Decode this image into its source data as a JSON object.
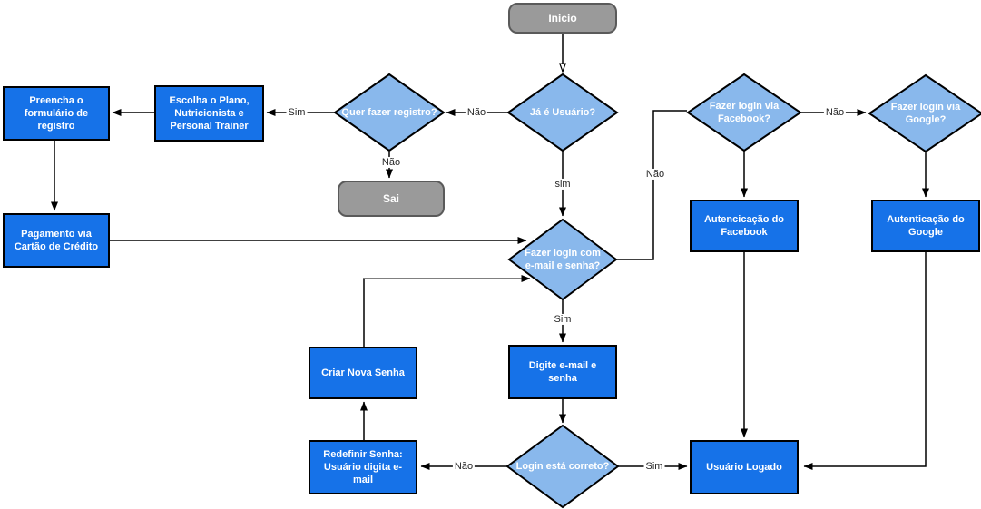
{
  "diagram": {
    "type": "flowchart",
    "language": "pt-BR",
    "colors": {
      "process_fill": "#1672E8",
      "process_border": "#000000",
      "process_text": "#FFFFFF",
      "decision_fill": "#89B8EC",
      "decision_border": "#000000",
      "decision_text": "#FFFFFF",
      "terminator_fill": "#9A9A9A",
      "terminator_border": "#5A5A5A",
      "terminator_text": "#FFFFFF",
      "edge": "#000000",
      "edge_alt_gray": "#808080",
      "edge_label_text": "#262626",
      "background": "#FFFFFF"
    },
    "nodes": {
      "inicio": {
        "shape": "terminator",
        "label": "Inicio"
      },
      "ja_e_usuario": {
        "shape": "decision",
        "label": "Já é Usuário?"
      },
      "quer_fazer_registro": {
        "shape": "decision",
        "label": "Quer fazer registro?"
      },
      "escolha_plano": {
        "shape": "process",
        "label": "Escolha o Plano, Nutricionista e Personal Trainer"
      },
      "preencha_formulario": {
        "shape": "process",
        "label": "Preencha o formulário de registro"
      },
      "sai": {
        "shape": "terminator",
        "label": "Sai"
      },
      "pagamento": {
        "shape": "process",
        "label": "Pagamento via Cartão de Crédito"
      },
      "fazer_login_email": {
        "shape": "decision",
        "label": "Fazer login com e-mail e senha?"
      },
      "login_facebook": {
        "shape": "decision",
        "label": "Fazer login via Facebook?"
      },
      "login_google": {
        "shape": "decision",
        "label": "Fazer login via Google?"
      },
      "auth_facebook": {
        "shape": "process",
        "label": "Autencicação do Facebook"
      },
      "auth_google": {
        "shape": "process",
        "label": "Autenticação do Google"
      },
      "digite_email_senha": {
        "shape": "process",
        "label": "Digite e-mail e senha"
      },
      "criar_nova_senha": {
        "shape": "process",
        "label": "Criar Nova Senha"
      },
      "login_correto": {
        "shape": "decision",
        "label": "Login está correto?"
      },
      "redefinir_senha": {
        "shape": "process",
        "label": "Redefinir Senha: Usuário digita e-mail"
      },
      "usuario_logado": {
        "shape": "process",
        "label": "Usuário Logado"
      }
    },
    "edges": [
      {
        "from": "inicio",
        "to": "ja_e_usuario",
        "label": "",
        "arrow": "open"
      },
      {
        "from": "ja_e_usuario",
        "to": "quer_fazer_registro",
        "label": "Não",
        "arrow": "solid"
      },
      {
        "from": "quer_fazer_registro",
        "to": "escolha_plano",
        "label": "Sim",
        "arrow": "solid"
      },
      {
        "from": "quer_fazer_registro",
        "to": "sai",
        "label": "Não",
        "arrow": "solid"
      },
      {
        "from": "escolha_plano",
        "to": "preencha_formulario",
        "label": "",
        "arrow": "solid"
      },
      {
        "from": "preencha_formulario",
        "to": "pagamento",
        "label": "",
        "arrow": "solid"
      },
      {
        "from": "pagamento",
        "to": "fazer_login_email",
        "label": "",
        "arrow": "solid"
      },
      {
        "from": "ja_e_usuario",
        "to": "fazer_login_email",
        "label": "sim",
        "arrow": "solid"
      },
      {
        "from": "fazer_login_email",
        "to": "login_facebook",
        "label": "Não",
        "arrow": "none"
      },
      {
        "from": "login_facebook",
        "to": "login_google",
        "label": "Não",
        "arrow": "solid"
      },
      {
        "from": "login_facebook",
        "to": "auth_facebook",
        "label": "",
        "arrow": "solid"
      },
      {
        "from": "login_google",
        "to": "auth_google",
        "label": "",
        "arrow": "solid"
      },
      {
        "from": "auth_facebook",
        "to": "usuario_logado",
        "label": "",
        "arrow": "solid"
      },
      {
        "from": "auth_google",
        "to": "usuario_logado",
        "label": "",
        "arrow": "solid"
      },
      {
        "from": "fazer_login_email",
        "to": "digite_email_senha",
        "label": "Sim",
        "arrow": "solid"
      },
      {
        "from": "digite_email_senha",
        "to": "login_correto",
        "label": "",
        "arrow": "solid"
      },
      {
        "from": "login_correto",
        "to": "usuario_logado",
        "label": "Sim",
        "arrow": "solid"
      },
      {
        "from": "login_correto",
        "to": "redefinir_senha",
        "label": "Não",
        "arrow": "solid"
      },
      {
        "from": "redefinir_senha",
        "to": "criar_nova_senha",
        "label": "",
        "arrow": "solid"
      },
      {
        "from": "criar_nova_senha",
        "to": "fazer_login_email",
        "label": "",
        "arrow": "solid-gray"
      }
    ]
  }
}
